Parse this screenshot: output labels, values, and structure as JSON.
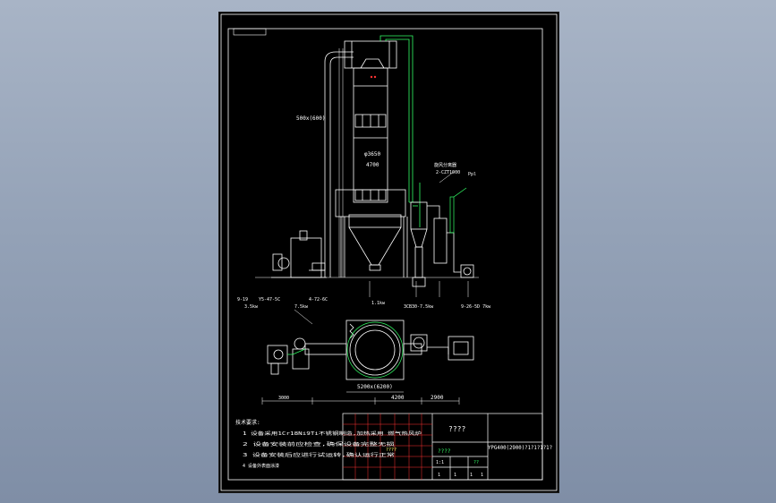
{
  "drawing": {
    "dim_height_label": "500x(600)",
    "dim_dia_upper": "φ3650",
    "dim_dia_lower": "4700",
    "cyclone_label_1": "旋风分离器",
    "cyclone_label_2": "2-CZT1000",
    "fan_left_label": "9-19",
    "fan_left_model": "Y5-47-5C",
    "fan_left_power": "3.5kw",
    "fan_mid_model": "4-72-6C",
    "fan_mid_power": "7.5kw",
    "bottom_label_1": "1.1kw",
    "bottom_label_2": "3CB30-7.5kw",
    "bottom_label_3": "9-26-5D 7kw",
    "dim_plan_1": "5200x(6200)",
    "dim_plan_2": "4200",
    "dim_plan_3": "2900",
    "dim_plan_4": "3000",
    "small_label": "Ppl"
  },
  "notes": {
    "title": "技术要求:",
    "items": [
      "1  设备采用1Cr18Ni9Ti不锈钢制造,加热采用 燃气热风炉",
      "2  设备安装前应检查,确保设备完整无损",
      "3  设备安装后应进行试运转,确认运行正常",
      "4  设备外表面涂漆"
    ]
  },
  "title_block": {
    "company": "????",
    "drawing_no": "YPG400(2900)?1?1?1?1?",
    "cell_a": "????",
    "cell_b": "????",
    "cell_c": "1:1",
    "cell_d": "??",
    "num_1": "1",
    "num_2": "1",
    "num_3": "1",
    "num_4": "1"
  }
}
